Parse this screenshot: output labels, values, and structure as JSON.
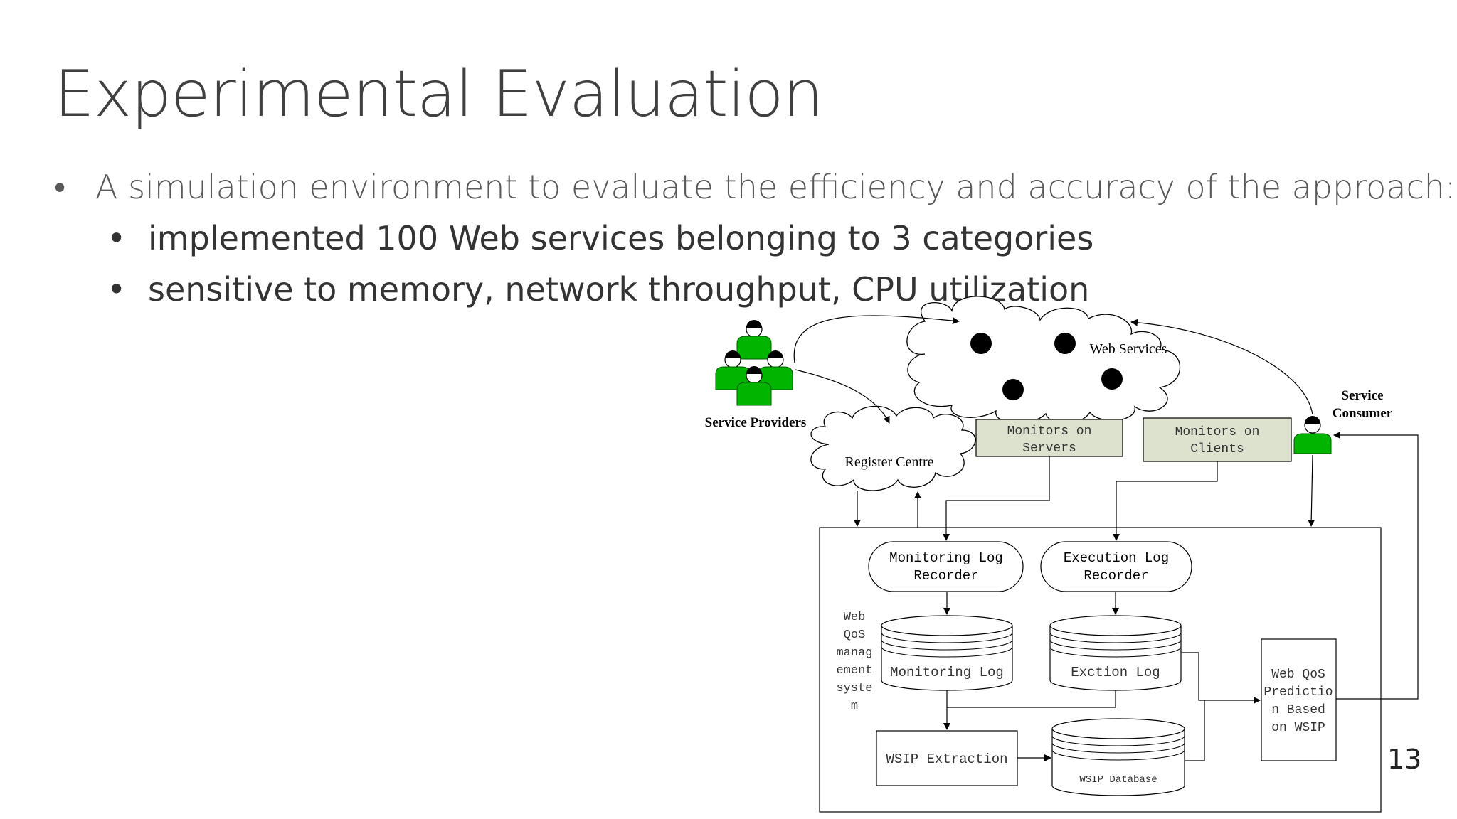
{
  "slide": {
    "title": "Experimental Evaluation",
    "bullets": [
      "A simulation environment to evaluate the efficiency and accuracy of the approach:",
      "implemented 100 Web services belonging to 3 categories",
      "sensitive to memory, network throughput, CPU utilization"
    ],
    "bullet_symbol": "•",
    "page_number": "13"
  },
  "diagram": {
    "web_services": "Web Services",
    "service_providers": "Service Providers",
    "service_consumer": [
      "Service",
      "Consumer"
    ],
    "register_centre": "Register Centre",
    "monitors_servers": [
      "Monitors on",
      "Servers"
    ],
    "monitors_clients": [
      "Monitors on",
      "Clients"
    ],
    "monitoring_recorder": [
      "Monitoring Log",
      "Recorder"
    ],
    "execution_recorder": [
      "Execution Log",
      "Recorder"
    ],
    "system_label": [
      "Web",
      "QoS",
      "manag",
      "ement",
      "syste",
      "m"
    ],
    "monitoring_log": "Monitoring Log",
    "execution_log": "Exction Log",
    "wsip_extraction": "WSIP Extraction",
    "wsip_database": "WSIP Database",
    "prediction": [
      "Web QoS",
      "Predictio",
      "n Based",
      "on WSIP"
    ]
  },
  "colors": {
    "person_green": "#00b400",
    "monitor_box_fill": "#dde2cf"
  }
}
